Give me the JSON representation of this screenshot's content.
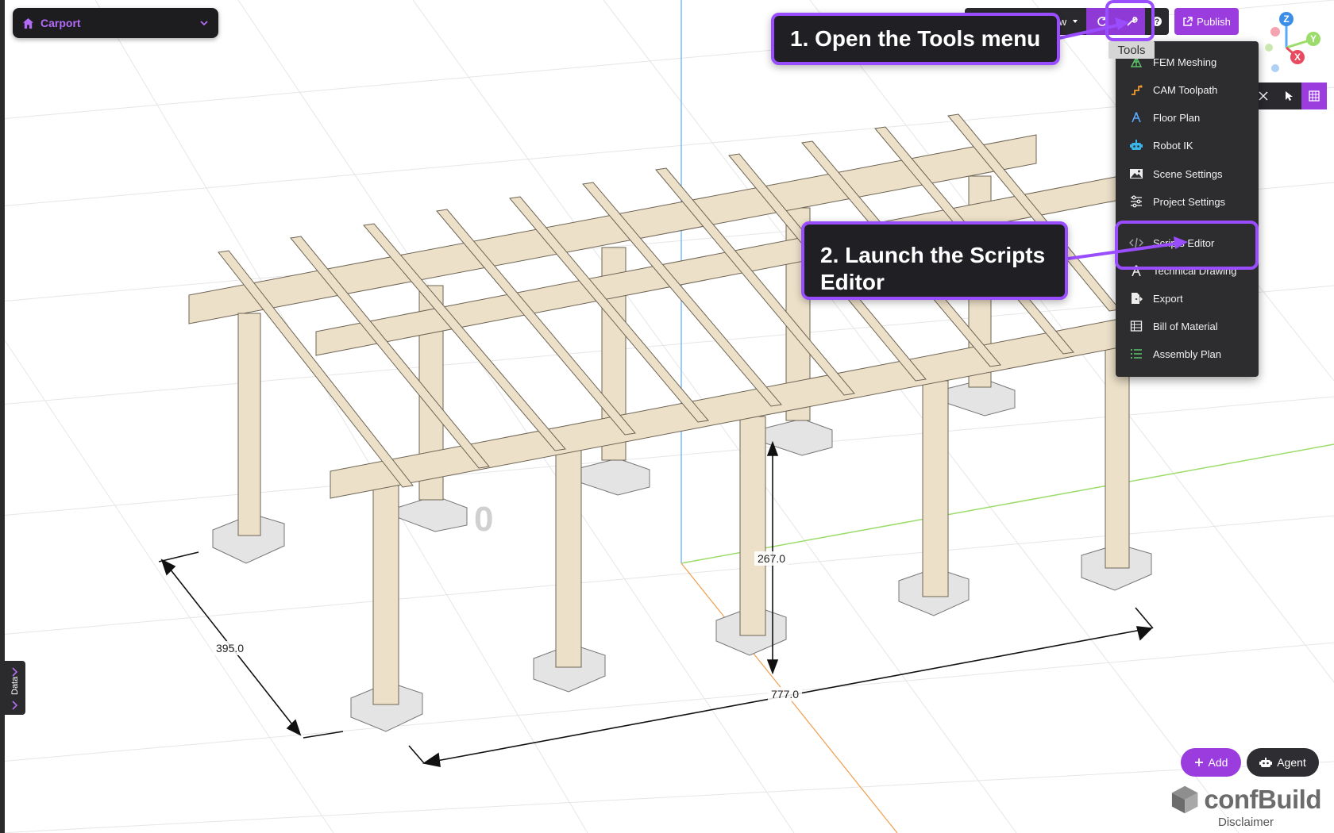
{
  "project": {
    "name": "Carport"
  },
  "toolbar": {
    "publish_label": "Publish",
    "view_partial": "w"
  },
  "tools_tooltip": "Tools",
  "tools_menu": [
    {
      "label": "FEM Meshing",
      "icon": "fem-mesh-icon",
      "color": "#5cc46b"
    },
    {
      "label": "CAM Toolpath",
      "icon": "cam-toolpath-icon",
      "color": "#f29a2e"
    },
    {
      "label": "Floor Plan",
      "icon": "floor-plan-icon",
      "color": "#5aa9ff"
    },
    {
      "label": "Robot IK",
      "icon": "robot-icon",
      "color": "#3bb5e8"
    },
    {
      "label": "Scene Settings",
      "icon": "image-icon",
      "color": "#eeeeee"
    },
    {
      "label": "Project Settings",
      "icon": "sliders-icon",
      "color": "#eeeeee"
    },
    {
      "label": "Scripts Editor",
      "icon": "code-icon",
      "color": "#9a9aa0"
    },
    {
      "label": "Technical Drawing",
      "icon": "compass-icon",
      "color": "#eeeeee"
    },
    {
      "label": "Export",
      "icon": "export-icon",
      "color": "#eeeeee"
    },
    {
      "label": "Bill of Material",
      "icon": "table-icon",
      "color": "#eeeeee"
    },
    {
      "label": "Assembly Plan",
      "icon": "list-icon",
      "color": "#5cc46b"
    }
  ],
  "callouts": {
    "step1": "1. Open the Tools menu",
    "step2": "2. Launch the Scripts Editor"
  },
  "dimensions": {
    "width": "395.0",
    "length": "777.0",
    "height": "267.0",
    "origin_marker": "0"
  },
  "data_tab_label": "Data",
  "buttons": {
    "add": "Add",
    "agent": "Agent"
  },
  "brand": {
    "name": "confBuild",
    "disclaimer": "Disclaimer"
  },
  "gizmo": {
    "z": "Z",
    "y": "Y",
    "x": "X"
  },
  "colors": {
    "accent": "#9b3dde",
    "highlight": "#9a4dff",
    "wood": "#ece0c8"
  }
}
